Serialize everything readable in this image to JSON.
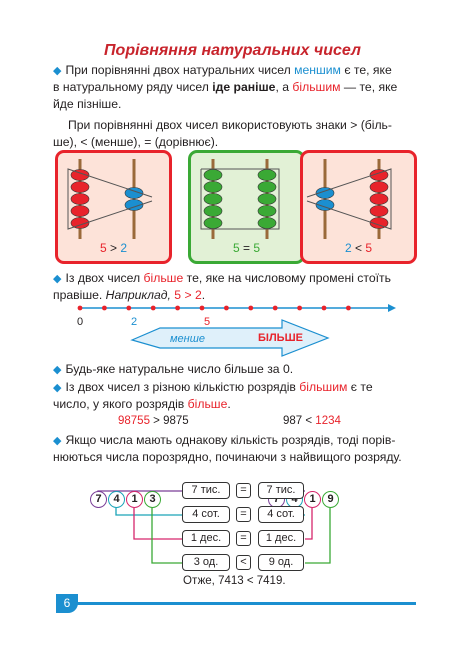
{
  "title": "Порівняння натуральних чисел",
  "para1": {
    "l1a": "При порівнянні двох натуральних чисел ",
    "l1b": "меншим",
    "l1c": " є те, яке",
    "l2a": "в натуральному ряду чисел ",
    "l2b": "іде раніше",
    "l2c": ", а ",
    "l2d": "більшим",
    "l2e": " — те, яке",
    "l3": "йде пізніше."
  },
  "para2": {
    "l1": "При порівнянні двох чисел використовують знаки > (біль-",
    "l2": "ше), < (менше), = (дорівнює)."
  },
  "abacus": [
    {
      "left": "5",
      "sign": ">",
      "right": "2",
      "frame": "#e8232b",
      "bg": "#fde3d9"
    },
    {
      "left": "5",
      "sign": "=",
      "right": "5",
      "frame": "#3aa935",
      "bg": "#e2f1d6"
    },
    {
      "left": "2",
      "sign": "<",
      "right": "5",
      "frame": "#e8232b",
      "bg": "#fde3d9"
    }
  ],
  "para3": {
    "l1a": "Із двох чисел ",
    "l1b": "більше",
    "l1c": " те, яке на числовому промені стоїть",
    "l2a": "правіше. ",
    "l2b": "Наприклад,",
    "l2c": " 5 > 2",
    "l2d": "."
  },
  "number_line": {
    "zero": "0",
    "two": "2",
    "five": "5",
    "less": "менше",
    "more": "БІЛЬШЕ"
  },
  "para4": "Будь-яке натуральне число більше за 0.",
  "para5": {
    "l1a": "Із двох чисел з різною кількістю розрядів ",
    "l1b": "більшим",
    "l1c": " є те",
    "l2a": "число, у якого розрядів ",
    "l2b": "більше",
    "l2c": "."
  },
  "examples": {
    "e1a": "98755",
    "e1b": " > 9875",
    "e2a": "987 < ",
    "e2b": "1234"
  },
  "para6": {
    "l1": "Якщо числа мають однакову кількість розрядів, тоді порів-",
    "l2": "нюються числа порозрядно, починаючи з найвищого розряду."
  },
  "left_digits": [
    "7",
    "4",
    "1",
    "3"
  ],
  "right_digits": [
    "7",
    "4",
    "1",
    "9"
  ],
  "compare_rows": [
    {
      "left": "7 тис.",
      "sign": "=",
      "right": "7 тис."
    },
    {
      "left": "4 сот.",
      "sign": "=",
      "right": "4 сот."
    },
    {
      "left": "1 дес.",
      "sign": "=",
      "right": "1 дес."
    },
    {
      "left": "3 од.",
      "sign": "<",
      "right": "9 од."
    }
  ],
  "conclusion": "Отже, 7413 < 7419.",
  "page_number": "6",
  "colors": {
    "accent_blue": "#1b8fd0",
    "accent_red": "#e8232b",
    "green": "#3aa935",
    "purple": "#7b3f98",
    "teal": "#1ba3b8",
    "pink": "#d6266c"
  }
}
